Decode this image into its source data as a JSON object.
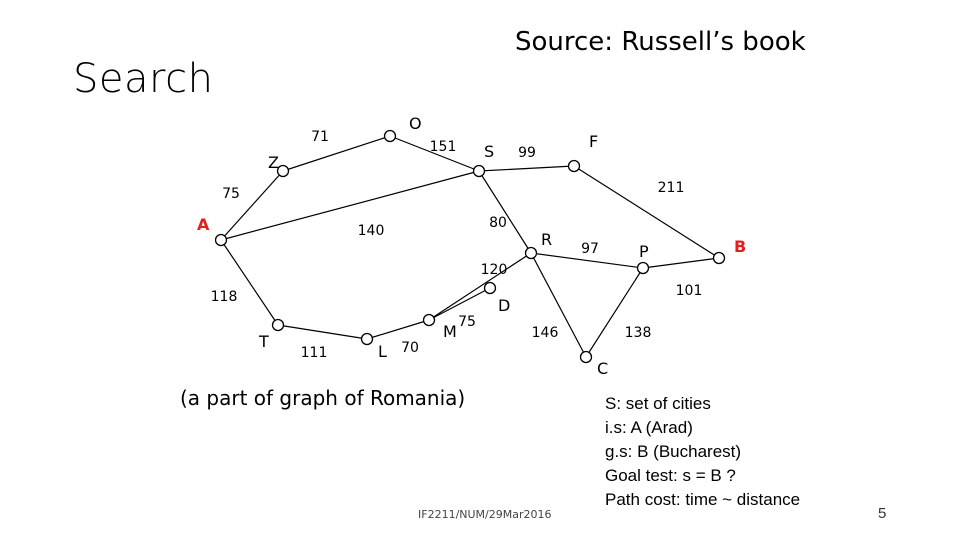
{
  "slide": {
    "title": "Search",
    "source": "Source: Russell’s book",
    "caption": "(a part of graph of Romania)",
    "footer": "IF2211/NUM/29Mar2016",
    "page_number": "5"
  },
  "notes": [
    "S: set of cities",
    "i.s: A (Arad)",
    "g.s: B (Bucharest)",
    "Goal test: s = B ?",
    "Path cost: time ~ distance"
  ],
  "graph": {
    "highlight_color": "#e21f1f",
    "nodes": [
      {
        "id": "A",
        "label": "A",
        "highlight": true
      },
      {
        "id": "Z",
        "label": "Z"
      },
      {
        "id": "O",
        "label": "O"
      },
      {
        "id": "S",
        "label": "S"
      },
      {
        "id": "F",
        "label": "F"
      },
      {
        "id": "R",
        "label": "R"
      },
      {
        "id": "P",
        "label": "P"
      },
      {
        "id": "B",
        "label": "B",
        "highlight": true
      },
      {
        "id": "T",
        "label": "T"
      },
      {
        "id": "L",
        "label": "L"
      },
      {
        "id": "M",
        "label": "M"
      },
      {
        "id": "D",
        "label": "D"
      },
      {
        "id": "C",
        "label": "C"
      }
    ],
    "edges": [
      {
        "from": "A",
        "to": "Z",
        "weight": "75"
      },
      {
        "from": "Z",
        "to": "O",
        "weight": "71"
      },
      {
        "from": "O",
        "to": "S",
        "weight": "151"
      },
      {
        "from": "A",
        "to": "S",
        "weight": "140"
      },
      {
        "from": "S",
        "to": "F",
        "weight": "99"
      },
      {
        "from": "F",
        "to": "B",
        "weight": "211"
      },
      {
        "from": "S",
        "to": "R",
        "weight": "80"
      },
      {
        "from": "R",
        "to": "P",
        "weight": "97"
      },
      {
        "from": "P",
        "to": "B",
        "weight": "101"
      },
      {
        "from": "R",
        "to": "C",
        "weight": "146"
      },
      {
        "from": "P",
        "to": "C",
        "weight": "138"
      },
      {
        "from": "R",
        "to": "M",
        "weight": "120"
      },
      {
        "from": "A",
        "to": "T",
        "weight": "118"
      },
      {
        "from": "T",
        "to": "L",
        "weight": "111"
      },
      {
        "from": "L",
        "to": "M",
        "weight": "70"
      },
      {
        "from": "M",
        "to": "D",
        "weight": "75"
      }
    ]
  }
}
